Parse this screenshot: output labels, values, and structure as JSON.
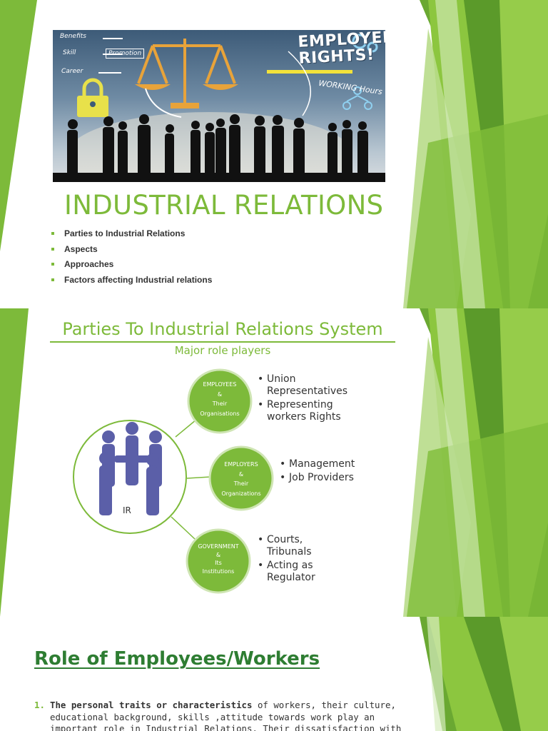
{
  "slide1": {
    "hero": {
      "title": "EMPLOYEE RIGHTS!",
      "subtitle": "WORKING Hours",
      "labels": [
        "Benefits",
        "Skill",
        "Promotion",
        "Career"
      ]
    },
    "title": "INDUSTRIAL RELATIONS",
    "bullets": [
      "Parties to Industrial Relations",
      "Aspects",
      "Approaches",
      "Factors affecting Industrial relations"
    ]
  },
  "slide2": {
    "title": "Parties To Industrial Relations System",
    "subtitle": "Major role players",
    "center_label": "IR",
    "parties": [
      {
        "circle": [
          "EMPLOYEES",
          "&",
          "Their",
          "Organisations"
        ],
        "points": [
          "Union Representatives",
          "Representing workers Rights"
        ]
      },
      {
        "circle": [
          "EMPLOYERS",
          "&",
          "Their",
          "Organizations"
        ],
        "points": [
          "Management",
          "Job Providers"
        ]
      },
      {
        "circle": [
          "GOVERNMENT",
          "&",
          "Its",
          "Institutions"
        ],
        "points": [
          "Courts, Tribunals",
          "Acting as Regulator"
        ]
      }
    ]
  },
  "slide3": {
    "title": "Role of Employees/Workers",
    "items": [
      {
        "number": "1.",
        "bold": "The personal traits or characteristics",
        "text": " of workers, their culture, educational background, skills ,attitude towards work play an important role in Industrial Relations. Their dissatisfaction with the system forces them to revolt against"
      }
    ]
  },
  "colors": {
    "accent": "#7dba3a",
    "dark_green": "#2e7d32",
    "circle_fill": "#7dba3a",
    "circle_stroke": "#cfe5b4",
    "figure": "#5b5fa8"
  }
}
